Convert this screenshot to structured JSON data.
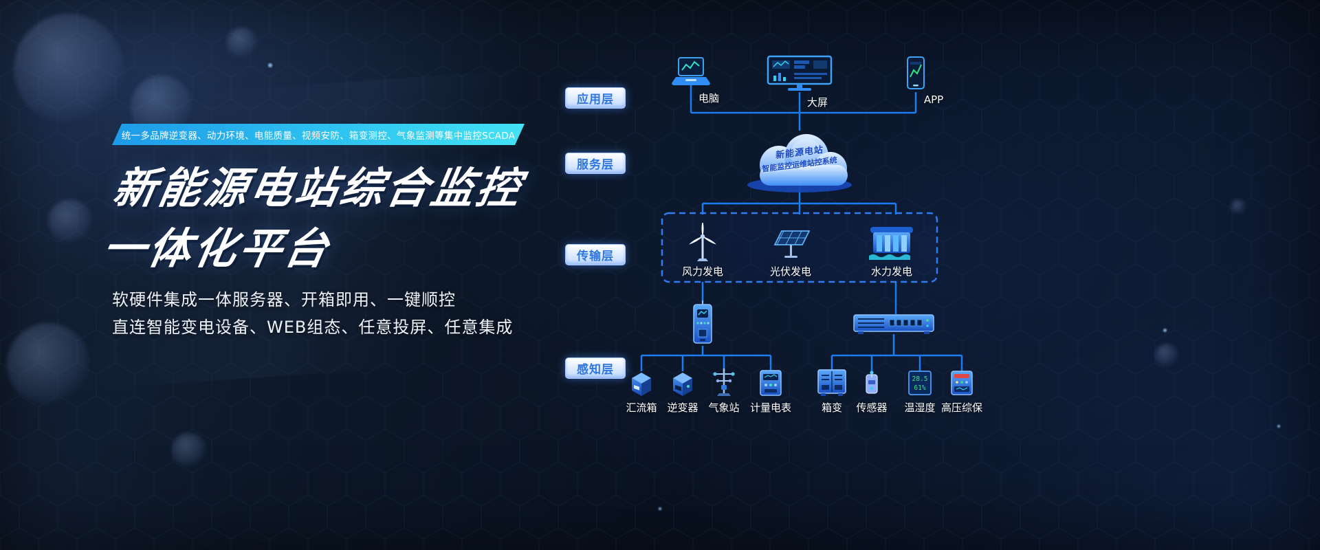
{
  "hero": {
    "ribbon_text": "统一多品牌逆变器、动力环境、电能质量、视频安防、箱变测控、气象监测等集中监控SCADA",
    "title_line1": "新能源电站综合监控",
    "title_line2": "一体化平台",
    "subtitle_line1": "软硬件集成一体服务器、开箱即用、一键顺控",
    "subtitle_line2": "直连智能变电设备、WEB组态、任意投屏、任意集成"
  },
  "layers": [
    {
      "id": "app",
      "label": "应用层"
    },
    {
      "id": "service",
      "label": "服务层"
    },
    {
      "id": "transport",
      "label": "传输层"
    },
    {
      "id": "sense",
      "label": "感知层"
    }
  ],
  "diagram": {
    "app_nodes": [
      {
        "label": "电脑",
        "icon": "laptop-icon"
      },
      {
        "label": "大屏",
        "icon": "bigscreen-icon"
      },
      {
        "label": "APP",
        "icon": "phone-icon"
      }
    ],
    "cloud": {
      "line1": "新能源电站",
      "line2": "智能监控运维站控系统"
    },
    "transport_nodes": [
      {
        "label": "风力发电",
        "icon": "wind-turbine-icon"
      },
      {
        "label": "光伏发电",
        "icon": "solar-panel-icon"
      },
      {
        "label": "水力发电",
        "icon": "hydro-dam-icon"
      }
    ],
    "sense_left_nodes": [
      {
        "label": "汇流箱",
        "icon": "combiner-box-icon"
      },
      {
        "label": "逆变器",
        "icon": "inverter-icon"
      },
      {
        "label": "气象站",
        "icon": "weather-station-icon"
      },
      {
        "label": "计量电表",
        "icon": "energy-meter-icon"
      }
    ],
    "sense_right_nodes": [
      {
        "label": "箱变",
        "icon": "box-transformer-icon"
      },
      {
        "label": "传感器",
        "icon": "sensor-icon"
      },
      {
        "label": "温湿度",
        "icon": "temp-humidity-icon"
      },
      {
        "label": "高压综保",
        "icon": "hv-protection-icon"
      }
    ],
    "temp_display": {
      "line1": "28.5",
      "line2": "61%"
    }
  },
  "colors": {
    "accent_cyan": "#2fc8f2",
    "line_blue": "#1b7bf2",
    "pill_text": "#2f76de",
    "background": "#0c1628"
  }
}
